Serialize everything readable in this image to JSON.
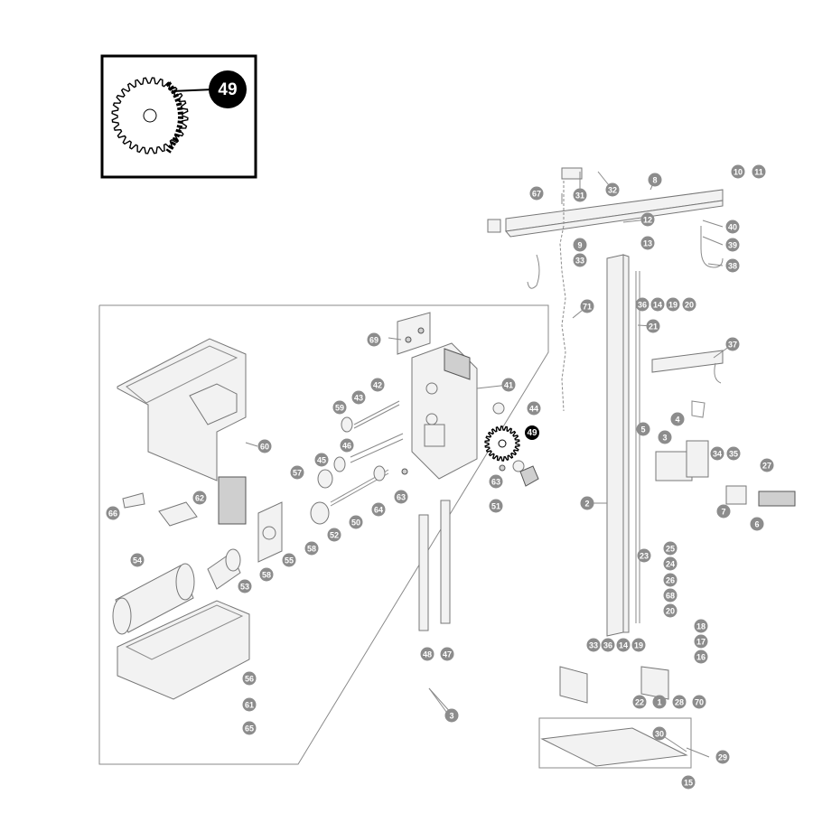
{
  "highlight": {
    "label": "49",
    "gear_icon": "gear-icon"
  },
  "callouts": [
    {
      "id": "c49hl",
      "label": "49"
    },
    {
      "id": "c2",
      "label": "2"
    },
    {
      "id": "c3a",
      "label": "3"
    },
    {
      "id": "c3b",
      "label": "3"
    },
    {
      "id": "c4",
      "label": "4"
    },
    {
      "id": "c5",
      "label": "5"
    },
    {
      "id": "c6",
      "label": "6"
    },
    {
      "id": "c7",
      "label": "7"
    },
    {
      "id": "c8",
      "label": "8"
    },
    {
      "id": "c9",
      "label": "9"
    },
    {
      "id": "c10",
      "label": "10"
    },
    {
      "id": "c11",
      "label": "11"
    },
    {
      "id": "c12",
      "label": "12"
    },
    {
      "id": "c13",
      "label": "13"
    },
    {
      "id": "c14a",
      "label": "14"
    },
    {
      "id": "c14b",
      "label": "14"
    },
    {
      "id": "c15",
      "label": "15"
    },
    {
      "id": "c16",
      "label": "16"
    },
    {
      "id": "c17",
      "label": "17"
    },
    {
      "id": "c18",
      "label": "18"
    },
    {
      "id": "c19a",
      "label": "19"
    },
    {
      "id": "c19b",
      "label": "19"
    },
    {
      "id": "c20a",
      "label": "20"
    },
    {
      "id": "c20b",
      "label": "20"
    },
    {
      "id": "c21",
      "label": "21"
    },
    {
      "id": "c22",
      "label": "22"
    },
    {
      "id": "c23",
      "label": "23"
    },
    {
      "id": "c24",
      "label": "24"
    },
    {
      "id": "c25",
      "label": "25"
    },
    {
      "id": "c26",
      "label": "26"
    },
    {
      "id": "c27",
      "label": "27"
    },
    {
      "id": "c28",
      "label": "28"
    },
    {
      "id": "c29",
      "label": "29"
    },
    {
      "id": "c30",
      "label": "30"
    },
    {
      "id": "c31",
      "label": "31"
    },
    {
      "id": "c32",
      "label": "32"
    },
    {
      "id": "c33a",
      "label": "33"
    },
    {
      "id": "c33b",
      "label": "33"
    },
    {
      "id": "c34",
      "label": "34"
    },
    {
      "id": "c35",
      "label": "35"
    },
    {
      "id": "c36a",
      "label": "36"
    },
    {
      "id": "c36b",
      "label": "36"
    },
    {
      "id": "c37",
      "label": "37"
    },
    {
      "id": "c38",
      "label": "38"
    },
    {
      "id": "c39",
      "label": "39"
    },
    {
      "id": "c40",
      "label": "40"
    },
    {
      "id": "c41",
      "label": "41"
    },
    {
      "id": "c42",
      "label": "42"
    },
    {
      "id": "c43",
      "label": "43"
    },
    {
      "id": "c44",
      "label": "44"
    },
    {
      "id": "c45",
      "label": "45"
    },
    {
      "id": "c46",
      "label": "46"
    },
    {
      "id": "c47",
      "label": "47"
    },
    {
      "id": "c48",
      "label": "48"
    },
    {
      "id": "c50",
      "label": "50"
    },
    {
      "id": "c51",
      "label": "51"
    },
    {
      "id": "c52",
      "label": "52"
    },
    {
      "id": "c53",
      "label": "53"
    },
    {
      "id": "c54",
      "label": "54"
    },
    {
      "id": "c55",
      "label": "55"
    },
    {
      "id": "c56",
      "label": "56"
    },
    {
      "id": "c57",
      "label": "57"
    },
    {
      "id": "c58a",
      "label": "58"
    },
    {
      "id": "c58b",
      "label": "58"
    },
    {
      "id": "c59",
      "label": "59"
    },
    {
      "id": "c60",
      "label": "60"
    },
    {
      "id": "c61",
      "label": "61"
    },
    {
      "id": "c62",
      "label": "62"
    },
    {
      "id": "c63a",
      "label": "63"
    },
    {
      "id": "c63b",
      "label": "63"
    },
    {
      "id": "c64",
      "label": "64"
    },
    {
      "id": "c65",
      "label": "65"
    },
    {
      "id": "c66",
      "label": "66"
    },
    {
      "id": "c67",
      "label": "67"
    },
    {
      "id": "c68",
      "label": "68"
    },
    {
      "id": "c69",
      "label": "69"
    },
    {
      "id": "c70",
      "label": "70"
    },
    {
      "id": "c71",
      "label": "71"
    },
    {
      "id": "c1",
      "label": "1"
    }
  ]
}
